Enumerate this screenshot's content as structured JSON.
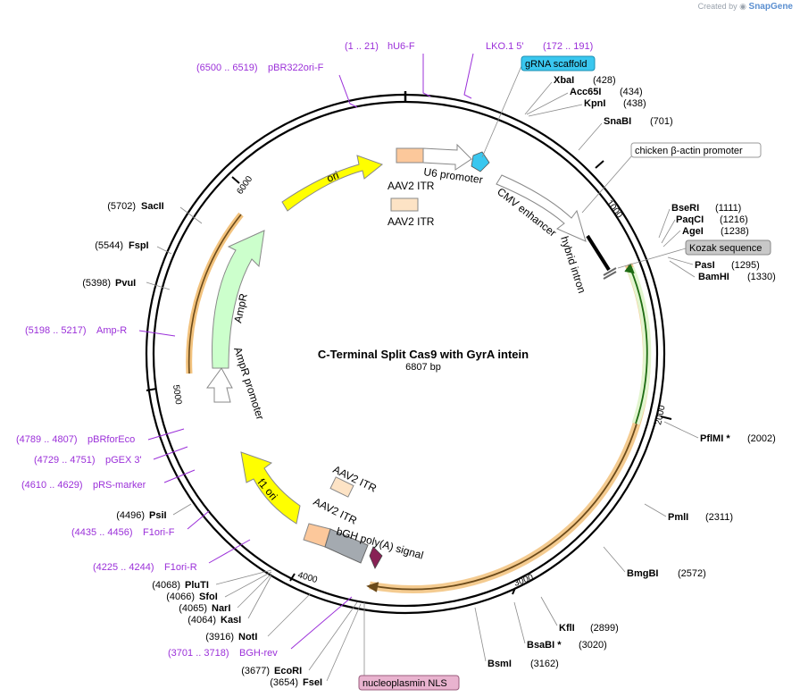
{
  "watermark": {
    "prefix": "Created by",
    "brand": "SnapGene"
  },
  "plasmid": {
    "name": "C-Terminal Split Cas9 with GyrA intein",
    "length": "6807 bp"
  },
  "ticks": [
    "1000",
    "2000",
    "3000",
    "4000",
    "5000",
    "6000"
  ],
  "enzymes_right": [
    {
      "name": "XbaI",
      "pos": "(428)"
    },
    {
      "name": "Acc65I",
      "pos": "(434)"
    },
    {
      "name": "KpnI",
      "pos": "(438)"
    },
    {
      "name": "SnaBI",
      "pos": "(701)"
    },
    {
      "name": "BseRI",
      "pos": "(1111)"
    },
    {
      "name": "PaqCI",
      "pos": "(1216)"
    },
    {
      "name": "AgeI",
      "pos": "(1238)"
    },
    {
      "name": "PasI",
      "pos": "(1295)"
    },
    {
      "name": "BamHI",
      "pos": "(1330)"
    },
    {
      "name": "PflMI *",
      "pos": "(2002)"
    },
    {
      "name": "PmlI",
      "pos": "(2311)"
    },
    {
      "name": "BmgBI",
      "pos": "(2572)"
    },
    {
      "name": "KflI",
      "pos": "(2899)"
    },
    {
      "name": "BsaBI *",
      "pos": "(3020)"
    },
    {
      "name": "BsmI",
      "pos": "(3162)"
    }
  ],
  "enzymes_left": [
    {
      "name": "SacII",
      "pos": "(5702)"
    },
    {
      "name": "FspI",
      "pos": "(5544)"
    },
    {
      "name": "PvuI",
      "pos": "(5398)"
    },
    {
      "name": "PsiI",
      "pos": "(4496)"
    },
    {
      "name": "PluTI",
      "pos": "(4068)"
    },
    {
      "name": "SfoI",
      "pos": "(4066)"
    },
    {
      "name": "NarI",
      "pos": "(4065)"
    },
    {
      "name": "KasI",
      "pos": "(4064)"
    },
    {
      "name": "NotI",
      "pos": "(3916)"
    },
    {
      "name": "EcoRI",
      "pos": "(3677)"
    },
    {
      "name": "FseI",
      "pos": "(3654)"
    }
  ],
  "primers": [
    {
      "name": "hU6-F",
      "range": "(1 .. 21)"
    },
    {
      "name": "LKO.1 5'",
      "range": "(172 .. 191)"
    },
    {
      "name": "pBR322ori-F",
      "range": "(6500 .. 6519)"
    },
    {
      "name": "Amp-R",
      "range": "(5198 .. 5217)"
    },
    {
      "name": "pBRforEco",
      "range": "(4789 .. 4807)"
    },
    {
      "name": "pGEX 3'",
      "range": "(4729 .. 4751)"
    },
    {
      "name": "pRS-marker",
      "range": "(4610 .. 4629)"
    },
    {
      "name": "F1ori-F",
      "range": "(4435 .. 4456)"
    },
    {
      "name": "F1ori-R",
      "range": "(4225 .. 4244)"
    },
    {
      "name": "BGH-rev",
      "range": "(3701 .. 3718)"
    }
  ],
  "boxed_labels": {
    "grna": "gRNA scaffold",
    "cba": "chicken β-actin promoter",
    "kozak": "Kozak sequence",
    "nls": "nucleoplasmin NLS"
  },
  "features": {
    "ori": "ori",
    "u6": "U6 promoter",
    "aav_itr": "AAV2 ITR",
    "cmv": "CMV enhancer",
    "intron": "hybrid intron",
    "ampr": "AmpR",
    "ampr_promoter": "AmpR promoter",
    "f1ori": "f1 ori",
    "bgh": "bGH poly(A) signal"
  },
  "colors": {
    "backbone": "#000000",
    "ori": "#ffff00",
    "ampr": "#ccffcc",
    "itr": "#fcc89b",
    "itr_light": "#fde3c5",
    "u6": "#ffffff",
    "grna": "#3ac7ef",
    "kozak": "#c8c8c8",
    "nls": "#e9b3cf",
    "bgh": "#a4aab0",
    "cds_halo": "#f2c27d",
    "intein": "#66cc33",
    "primer": "#9b30d9",
    "polyA_marker": "#882255"
  }
}
